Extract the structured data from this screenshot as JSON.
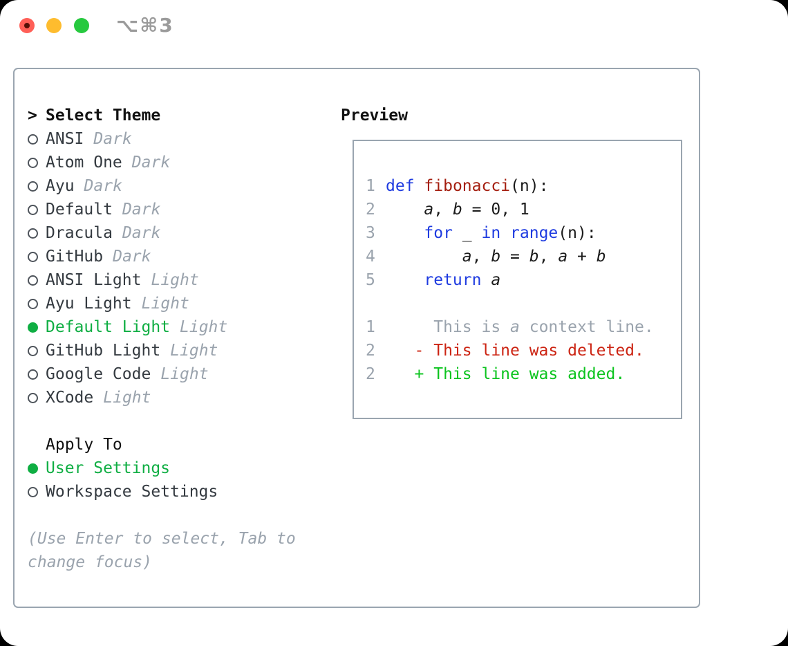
{
  "titlebar": {
    "shortcut": "⌥⌘3",
    "buttons": [
      "close",
      "minimize",
      "zoom"
    ]
  },
  "colors": {
    "green": "#0fae43",
    "added": "#0cc41f",
    "deleted": "#cc2413",
    "keyword": "#1e3be0",
    "function": "#a41e0f",
    "gray": "#9aa3ad",
    "dark": "#343a40",
    "black": "#121212",
    "code": "#1a1a1a",
    "border": "#9aa5b0",
    "titlebar_gray": "#9b9b9b",
    "traffic_red": "#ff5f57",
    "traffic_red_dot": "#551006",
    "traffic_yellow": "#febc2e",
    "traffic_green": "#27c93f"
  },
  "theme_picker": {
    "title": "Select Theme",
    "focus_marker": ">",
    "themes": [
      {
        "name": "ANSI",
        "variant": "Dark",
        "selected": false
      },
      {
        "name": "Atom One",
        "variant": "Dark",
        "selected": false
      },
      {
        "name": "Ayu",
        "variant": "Dark",
        "selected": false
      },
      {
        "name": "Default",
        "variant": "Dark",
        "selected": false
      },
      {
        "name": "Dracula",
        "variant": "Dark",
        "selected": false
      },
      {
        "name": "GitHub",
        "variant": "Dark",
        "selected": false
      },
      {
        "name": "ANSI Light",
        "variant": "Light",
        "selected": false
      },
      {
        "name": "Ayu Light",
        "variant": "Light",
        "selected": false
      },
      {
        "name": "Default Light",
        "variant": "Light",
        "selected": true
      },
      {
        "name": "GitHub Light",
        "variant": "Light",
        "selected": false
      },
      {
        "name": "Google Code",
        "variant": "Light",
        "selected": false
      },
      {
        "name": "XCode",
        "variant": "Light",
        "selected": false
      }
    ]
  },
  "apply_to": {
    "title": "Apply To",
    "options": [
      {
        "label": "User Settings",
        "selected": true
      },
      {
        "label": "Workspace Settings",
        "selected": false
      }
    ]
  },
  "hint": "(Use Enter to select, Tab to change focus)",
  "preview": {
    "title": "Preview",
    "lines": [
      {
        "n": "1",
        "segs": [
          {
            "t": "def",
            "c": "sk"
          },
          {
            "t": " ",
            "c": "sp"
          },
          {
            "t": "fibonacci",
            "c": "sf"
          },
          {
            "t": "(n):",
            "c": "sp"
          }
        ]
      },
      {
        "n": "2",
        "segs": [
          {
            "t": "    ",
            "c": "sp"
          },
          {
            "t": "a",
            "c": "sv"
          },
          {
            "t": ", ",
            "c": "sp"
          },
          {
            "t": "b",
            "c": "sv"
          },
          {
            "t": " = 0, 1",
            "c": "sp"
          }
        ]
      },
      {
        "n": "3",
        "segs": [
          {
            "t": "    ",
            "c": "sp"
          },
          {
            "t": "for",
            "c": "sk"
          },
          {
            "t": " _ ",
            "c": "sp"
          },
          {
            "t": "in",
            "c": "sk"
          },
          {
            "t": " ",
            "c": "sp"
          },
          {
            "t": "range",
            "c": "sk"
          },
          {
            "t": "(n):",
            "c": "sp"
          }
        ]
      },
      {
        "n": "4",
        "segs": [
          {
            "t": "        ",
            "c": "sp"
          },
          {
            "t": "a",
            "c": "sv"
          },
          {
            "t": ", ",
            "c": "sp"
          },
          {
            "t": "b",
            "c": "sv"
          },
          {
            "t": " = ",
            "c": "sp"
          },
          {
            "t": "b",
            "c": "sv"
          },
          {
            "t": ", ",
            "c": "sp"
          },
          {
            "t": "a",
            "c": "sv"
          },
          {
            "t": " + ",
            "c": "sp"
          },
          {
            "t": "b",
            "c": "sv"
          }
        ]
      },
      {
        "n": "5",
        "segs": [
          {
            "t": "    ",
            "c": "sp"
          },
          {
            "t": "return",
            "c": "sk"
          },
          {
            "t": " ",
            "c": "sp"
          },
          {
            "t": "a",
            "c": "sv"
          }
        ]
      },
      {
        "n": "",
        "segs": []
      },
      {
        "n": "1",
        "segs": [
          {
            "t": "     This is ",
            "c": "sg"
          },
          {
            "t": "a",
            "c": "sgv"
          },
          {
            "t": " context line.",
            "c": "sg"
          }
        ]
      },
      {
        "n": "2",
        "segs": [
          {
            "t": "   - This line was deleted.",
            "c": "sd"
          }
        ]
      },
      {
        "n": "2",
        "segs": [
          {
            "t": "   + This line was added.",
            "c": "sa"
          }
        ]
      }
    ]
  }
}
